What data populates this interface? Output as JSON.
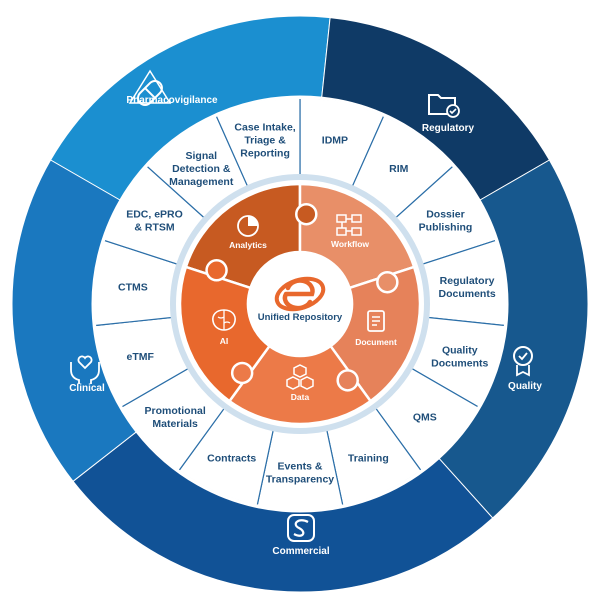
{
  "domains": [
    {
      "id": "pharmacovigilance",
      "label": "Pharmacovigilance",
      "icon": "capsule-icon",
      "color": "#1b8fd0"
    },
    {
      "id": "regulatory",
      "label": "Regulatory",
      "icon": "folder-check-icon",
      "color": "#0f3a66"
    },
    {
      "id": "quality",
      "label": "Quality",
      "icon": "badge-check-icon",
      "color": "#17588e"
    },
    {
      "id": "commercial",
      "label": "Commercial",
      "icon": "s-swirl-icon",
      "color": "#115296"
    },
    {
      "id": "clinical",
      "label": "Clinical",
      "icon": "hands-heart-icon",
      "color": "#1a78bf"
    }
  ],
  "segments": [
    {
      "id": "idmp",
      "lines": [
        "IDMP"
      ]
    },
    {
      "id": "rim",
      "lines": [
        "RIM"
      ]
    },
    {
      "id": "dossier-publishing",
      "lines": [
        "Dossier",
        "Publishing"
      ]
    },
    {
      "id": "regulatory-documents",
      "lines": [
        "Regulatory",
        "Documents"
      ]
    },
    {
      "id": "quality-documents",
      "lines": [
        "Quality",
        "Documents"
      ]
    },
    {
      "id": "qms",
      "lines": [
        "QMS"
      ]
    },
    {
      "id": "training",
      "lines": [
        "Training"
      ]
    },
    {
      "id": "events-transparency",
      "lines": [
        "Events &",
        "Transparency"
      ]
    },
    {
      "id": "contracts",
      "lines": [
        "Contracts"
      ]
    },
    {
      "id": "promotional-materials",
      "lines": [
        "Promotional",
        "Materials"
      ]
    },
    {
      "id": "etmf",
      "lines": [
        "eTMF"
      ]
    },
    {
      "id": "ctms",
      "lines": [
        "CTMS"
      ]
    },
    {
      "id": "edc-epro-rtsm",
      "lines": [
        "EDC, ePRO",
        "& RTSM"
      ]
    },
    {
      "id": "signal-detection",
      "lines": [
        "Signal",
        "Detection &",
        "Management"
      ]
    },
    {
      "id": "case-intake",
      "lines": [
        "Case Intake,",
        "Triage &",
        "Reporting"
      ]
    }
  ],
  "hub": {
    "pieces": [
      {
        "id": "analytics",
        "label": "Analytics",
        "icon": "pie-chart-icon",
        "color": "#c75a21"
      },
      {
        "id": "workflow",
        "label": "Workflow",
        "icon": "workflow-icon",
        "color": "#e88f68"
      },
      {
        "id": "document",
        "label": "Document",
        "icon": "document-icon",
        "color": "#e6825a"
      },
      {
        "id": "data",
        "label": "Data",
        "icon": "cubes-icon",
        "color": "#ec7a48"
      },
      {
        "id": "ai",
        "label": "AI",
        "icon": "brain-icon",
        "color": "#e8682d"
      }
    ],
    "center_label": "Unified Repository",
    "logo": "e-logo-icon"
  }
}
